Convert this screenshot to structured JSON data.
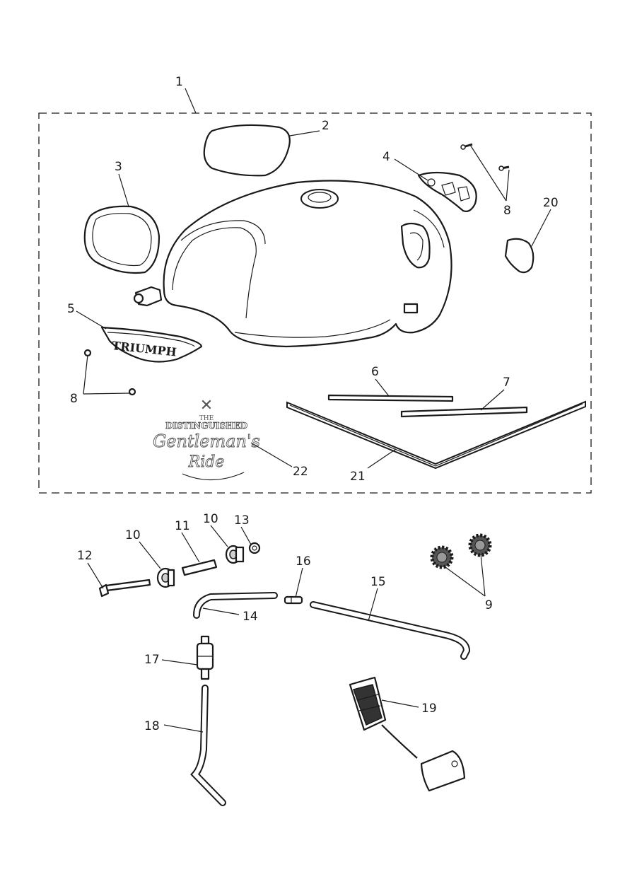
{
  "callouts": [
    "1",
    "2",
    "3",
    "4",
    "8",
    "20",
    "5",
    "8",
    "6",
    "7",
    "21",
    "22",
    "10",
    "11",
    "10",
    "13",
    "12",
    "16",
    "15",
    "9",
    "14",
    "17",
    "19",
    "18"
  ],
  "tank_badge_text": "TRIUMPH",
  "logo_text": {
    "line1": "THE",
    "line2": "DISTINGUISHED",
    "line3": "Gentleman's",
    "line4": "Ride"
  },
  "colors": {
    "line": "#1a1a1a",
    "background": "#ffffff"
  }
}
